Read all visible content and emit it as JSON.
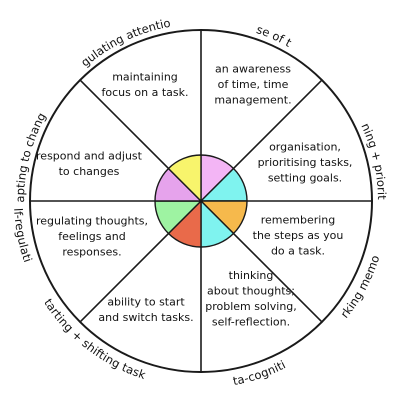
{
  "segments": [
    {
      "key": "sense-of-time",
      "label": "sense of time",
      "description": [
        "an awareness",
        "of time, time",
        "management."
      ],
      "color": "#f3b5f5"
    },
    {
      "key": "planning-prioritising",
      "label": "planning + prioritising",
      "description": [
        "organisation,",
        "prioritising tasks,",
        "setting goals."
      ],
      "color": "#7ff3ef"
    },
    {
      "key": "working-memory",
      "label": "working memory",
      "description": [
        "remembering",
        "the steps as you",
        "do a task."
      ],
      "color": "#f6b94c"
    },
    {
      "key": "meta-cognition",
      "label": "meta-cognition",
      "description": [
        "thinking",
        "about thoughts;",
        "problem solving,",
        "self-reflection."
      ],
      "color": "#7ff3ef"
    },
    {
      "key": "starting-shifting-tasks",
      "label": "starting + shifting tasks",
      "description": [
        "ability to start",
        "and switch tasks."
      ],
      "color": "#e96a4a"
    },
    {
      "key": "self-regulation",
      "label": "self-regulation",
      "description": [
        "regulating thoughts,",
        "feelings and",
        "responses."
      ],
      "color": "#9ef3a2"
    },
    {
      "key": "adapting-to-changes",
      "label": "adapting to changes",
      "description": [
        "respond and adjust",
        "to changes"
      ],
      "color": "#e6a3ec"
    },
    {
      "key": "regulating-attention",
      "label": "regulating attention",
      "description": [
        "maintaining",
        "focus on a task."
      ],
      "color": "#f8f46c"
    }
  ]
}
